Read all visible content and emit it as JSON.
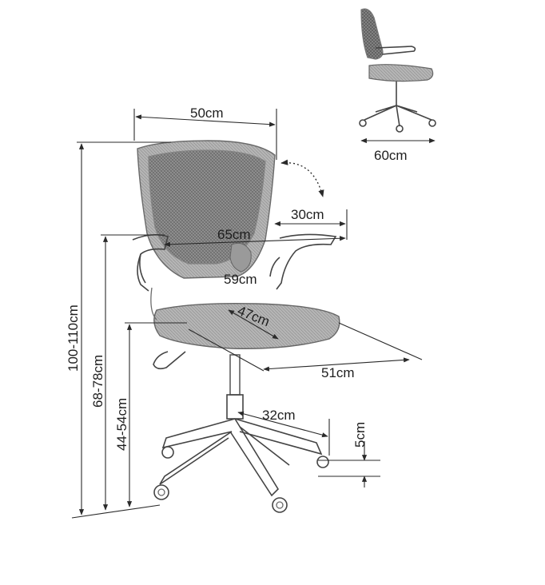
{
  "dimensions": {
    "backrest_width": "50cm",
    "base_width": "60cm",
    "backrest_tilt": "30cm",
    "armrest_span": "65cm",
    "seat_width": "59cm",
    "seat_depth": "47cm",
    "total_depth": "51cm",
    "total_height": "100-110cm",
    "armrest_height": "68-78cm",
    "seat_height": "44-54cm",
    "leg_length": "32cm",
    "caster_height": "5cm"
  }
}
